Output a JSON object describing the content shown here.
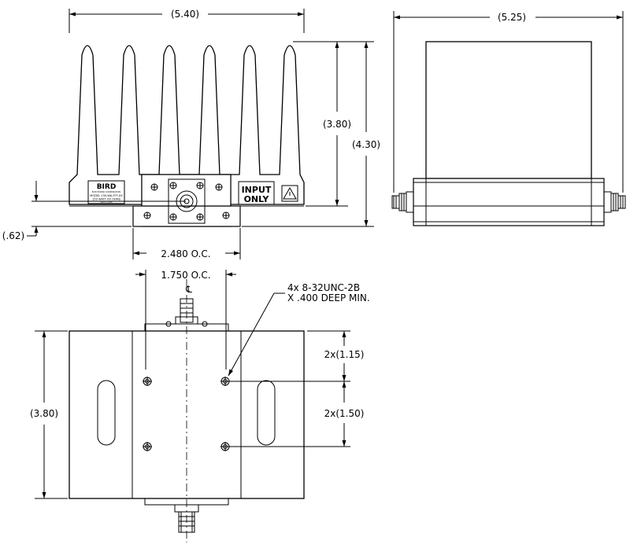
{
  "dimensions": {
    "top_width": "(5.40)",
    "side_width": "(5.25)",
    "fin_height": "(3.80)",
    "total_height": "(4.30)",
    "connector_offset": "(.62)",
    "mount_oc_top": "2.480 O.C.",
    "mount_oc_bottom": "1.750 O.C.",
    "bottom_height": "(3.80)",
    "hole_spacing_top": "2x(1.15)",
    "hole_spacing_bottom": "2x(1.50)"
  },
  "centerline_symbol": "℄",
  "hole_callout": {
    "line1": "4x 8-32UNC-2B",
    "line2": "X .400 DEEP MIN."
  },
  "label_plate": {
    "brand": "BIRD",
    "sub": "ELECTRONIC CORPORATION",
    "model": "MODEL 150-WA-FFF-XX",
    "rating": "150 WATT XX OHMS",
    "date": "DATE CODE"
  },
  "input_label": {
    "line1": "INPUT",
    "line2": "ONLY"
  },
  "colors": {
    "line": "#000000",
    "background": "#ffffff"
  }
}
